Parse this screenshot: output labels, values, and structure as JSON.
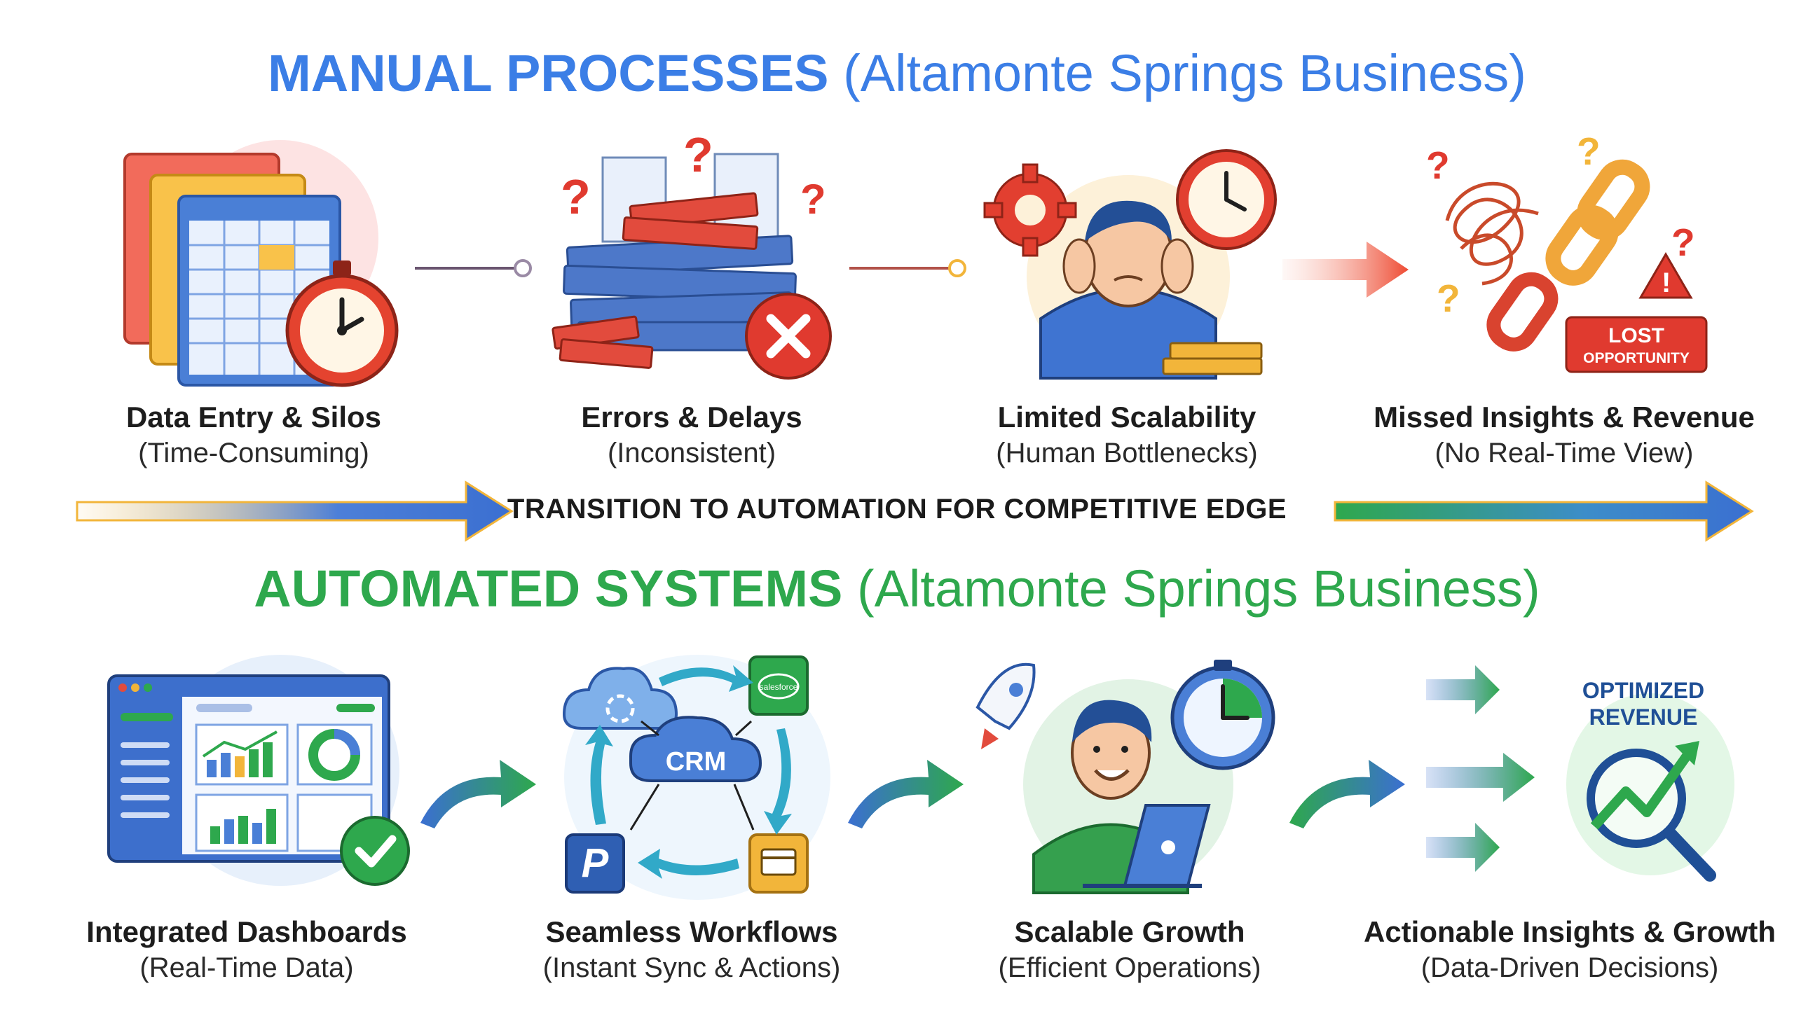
{
  "manual": {
    "title_bold": "MANUAL PROCESSES",
    "title_paren": "(Altamonte Springs Business)",
    "steps": [
      {
        "title": "Data Entry & Silos",
        "subtitle": "(Time-Consuming)",
        "icon": "spreadsheet-stopwatch-icon"
      },
      {
        "title": "Errors & Delays",
        "subtitle": "(Inconsistent)",
        "icon": "paper-pile-error-icon"
      },
      {
        "title": "Limited Scalability",
        "subtitle": "(Human Bottlenecks)",
        "icon": "stressed-worker-icon"
      },
      {
        "title": "Missed Insights & Revenue",
        "subtitle": "(No Real-Time View)",
        "icon": "broken-chain-icon"
      }
    ],
    "badge": "LOST",
    "badge_sub": "OPPORTUNITY"
  },
  "transition": {
    "label": "TRANSITION TO AUTOMATION FOR COMPETITIVE EDGE"
  },
  "automated": {
    "title_bold": "AUTOMATED SYSTEMS",
    "title_paren": "(Altamonte Springs Business)",
    "steps": [
      {
        "title": "Integrated Dashboards",
        "subtitle": "(Real-Time Data)",
        "icon": "dashboard-check-icon"
      },
      {
        "title": "Seamless Workflows",
        "subtitle": "(Instant Sync & Actions)",
        "icon": "crm-workflow-icon"
      },
      {
        "title": "Scalable Growth",
        "subtitle": "(Efficient Operations)",
        "icon": "happy-worker-laptop-icon"
      },
      {
        "title": "Actionable Insights & Growth",
        "subtitle": "(Data-Driven Decisions)",
        "icon": "optimized-revenue-icon"
      }
    ],
    "crm_label": "CRM",
    "salesforce_label": "salesforce",
    "revenue_label_1": "OPTIMIZED",
    "revenue_label_2": "REVENUE"
  },
  "colors": {
    "manual_blue": "#3b7ee6",
    "auto_green": "#2ea84d",
    "alert_red": "#e03a2f",
    "gold": "#f2b53a"
  }
}
